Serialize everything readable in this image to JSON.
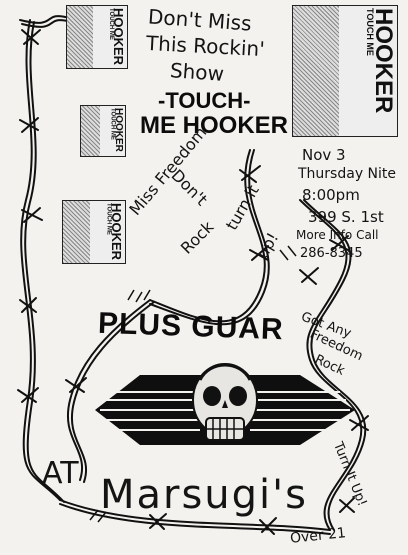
{
  "headline": {
    "line1": "Don't Miss",
    "line2": "This Rockin'",
    "line3": "Show",
    "band_line1": "-TOUCH-",
    "band_line2": "ME HOOKER"
  },
  "logo_text": {
    "main": "HOOKER",
    "sub": "TOUCH ME"
  },
  "middle_scrawl": {
    "line1": "Don't",
    "line2": "Miss Freedom",
    "line3": "Rock",
    "line4": "turn it",
    "line5": "up!"
  },
  "event_info": {
    "date": "Nov 3",
    "day": "Thursday Nite",
    "time": "8:00pm",
    "address": "399 S. 1st",
    "more_info": "More Info Call",
    "phone": "286-8345"
  },
  "support_act": "PLUS GUAR",
  "right_scrawl": {
    "line1": "Got Any",
    "line2": "Freedom",
    "line3": "Rock",
    "line4": "Turn It Up!"
  },
  "venue": {
    "prefix": "AT",
    "name": "Marsugi's",
    "age": "Over 21"
  },
  "colors": {
    "paper": "#f4f2ee",
    "ink": "#111111"
  }
}
